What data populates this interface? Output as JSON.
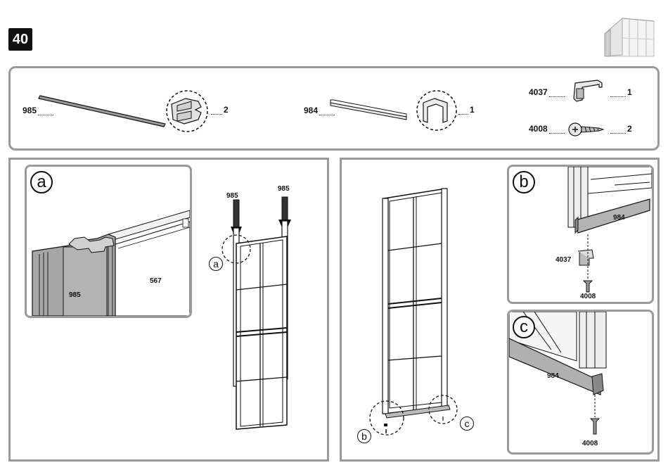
{
  "step_number": "40",
  "parts": {
    "p985": {
      "code": "985",
      "qty": "2"
    },
    "p984": {
      "code": "984",
      "qty": "1"
    },
    "p4037": {
      "code": "4037",
      "qty": "1"
    },
    "p4008": {
      "code": "4008",
      "qty": "2"
    }
  },
  "panel_left": {
    "detail_a": {
      "letter": "a",
      "profile_label": "985",
      "panel_label": "567"
    },
    "arrow1_label": "985",
    "arrow2_label": "985",
    "callout_a": "a"
  },
  "panel_right": {
    "callout_b": "b",
    "callout_c": "c",
    "detail_b": {
      "letter": "b",
      "bar_label": "984",
      "clip_label": "4037",
      "screw_label": "4008"
    },
    "detail_c": {
      "letter": "c",
      "bar_label": "984",
      "screw_label": "4008"
    }
  }
}
